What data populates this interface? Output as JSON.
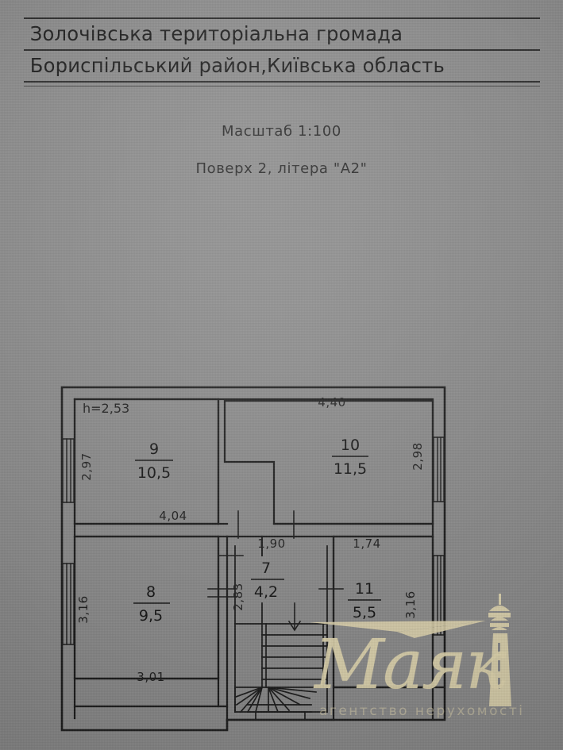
{
  "document": {
    "header_line1": "Золочівська територіальна громада",
    "header_line2": "Бориспільський район,Київська область",
    "scale": "Масштаб 1:100",
    "floor_note": "Поверх 2, літера \"А2\""
  },
  "plan": {
    "ceiling_height_label": "h=2,53",
    "rooms": [
      {
        "id": "room-9",
        "number": "9",
        "area": "10,5",
        "width_label": "4,04",
        "height_label": "2,97"
      },
      {
        "id": "room-10",
        "number": "10",
        "area": "11,5",
        "width_label": "4,40",
        "height_label": "2,98"
      },
      {
        "id": "room-8",
        "number": "8",
        "area": "9,5",
        "width_label": "3,01",
        "height_label": "3,16"
      },
      {
        "id": "room-7",
        "number": "7",
        "area": "4,2",
        "width_label": "1,90",
        "height_label": "2,83"
      },
      {
        "id": "room-11",
        "number": "11",
        "area": "5,5",
        "width_label": "1,74",
        "height_label": "3,16"
      }
    ]
  },
  "watermark": {
    "brand": "Маяк",
    "tagline": "агентство нерухомості",
    "color": "#e7dcb4",
    "icon": "lighthouse-icon"
  },
  "colors": {
    "paper": "#8d8d8d",
    "ink": "#1d1d1d",
    "watermark": "#e7dcb4"
  }
}
